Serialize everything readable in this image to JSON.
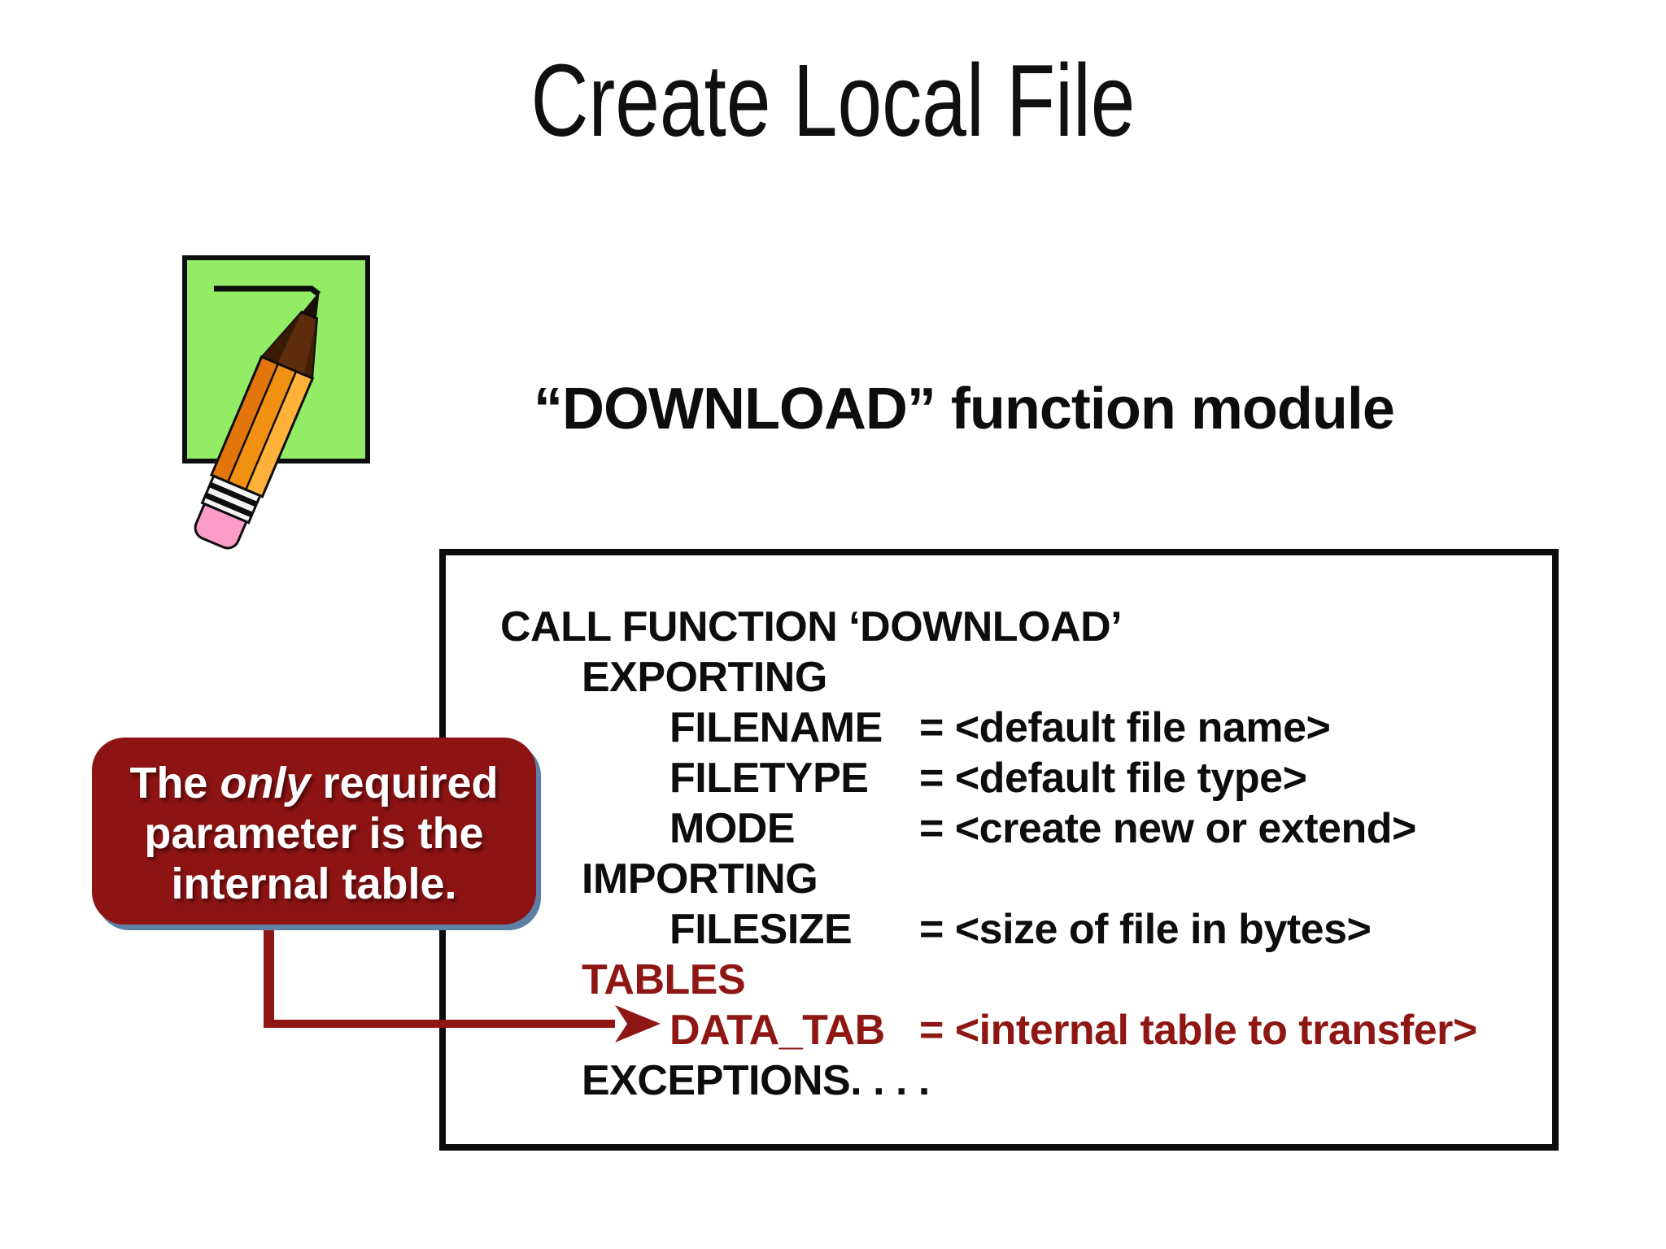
{
  "slide": {
    "title": "Create Local File",
    "subtitle": "“DOWNLOAD” function module"
  },
  "callout": {
    "line1_pre": "The ",
    "line1_italic": "only",
    "line1_post": " required",
    "line2": "parameter is the",
    "line3": "internal table."
  },
  "code": {
    "lines": [
      {
        "text": "CALL FUNCTION ‘DOWNLOAD’"
      },
      {
        "text": "EXPORTING"
      },
      {
        "param": "FILENAME",
        "value": "= <default file name>"
      },
      {
        "param": "FILETYPE",
        "value": "= <default file type>"
      },
      {
        "param": "MODE",
        "value": "= <create new or extend>"
      },
      {
        "text": "IMPORTING"
      },
      {
        "param": "FILESIZE",
        "value": "= <size of file in bytes>"
      },
      {
        "text": "TABLES"
      },
      {
        "param": "DATA_TAB",
        "value": "= <internal table to transfer>"
      },
      {
        "text": "EXCEPTIONS. . . ."
      }
    ]
  },
  "icons": {
    "pencil": "pencil-writing-on-green-note",
    "arrow": "arrow-right-connector"
  },
  "colors": {
    "accent_maroon": "#8e1713",
    "callout_fill": "#8e1414",
    "shadow_blue": "#5d7fa6",
    "square_green": "#92ec66",
    "pencil_orange": "#f29111",
    "pencil_orange_dark": "#e2750b",
    "pencil_orange_light": "#ffb13a",
    "eraser_pink": "#fb9cc7"
  }
}
